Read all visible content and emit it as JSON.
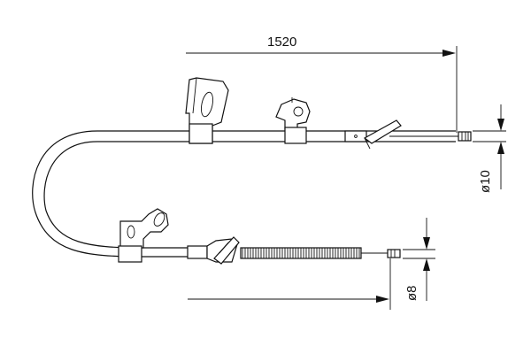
{
  "drawing": {
    "length_label": "1520",
    "diameter_top_label": "ø10",
    "diameter_bottom_label": "ø8"
  },
  "colors": {
    "line": "#111111",
    "background": "#ffffff"
  }
}
